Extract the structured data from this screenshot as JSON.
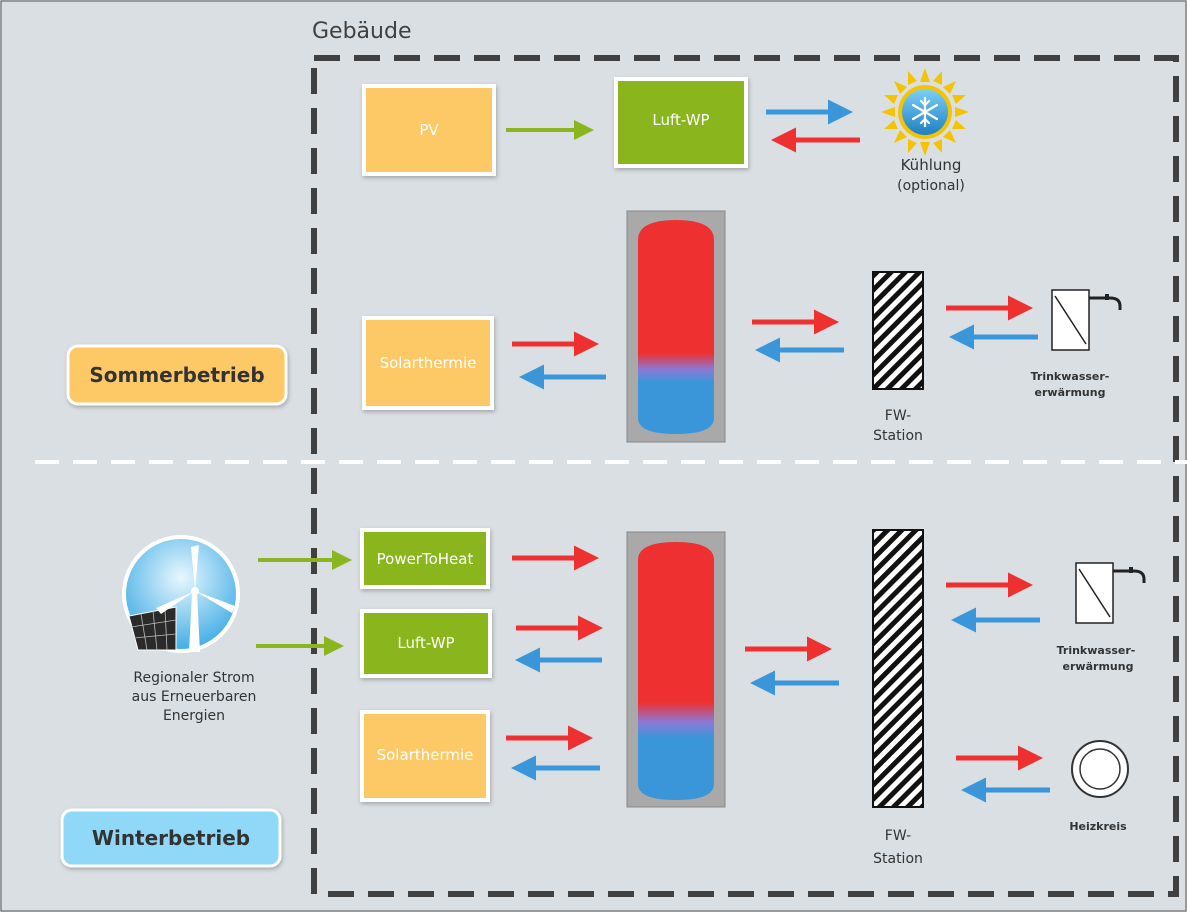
{
  "building": {
    "label": "Gebäude"
  },
  "modes": {
    "summer": {
      "label": "Sommerbetrieb",
      "color": "#fdc966"
    },
    "winter": {
      "label": "Winterbetrieb",
      "color": "#8fd8f8"
    }
  },
  "summer": {
    "pv": "PV",
    "heat_pump": "Luft-WP",
    "cooling": {
      "line1": "Kühlung",
      "line2": "(optional)"
    },
    "solar_thermal": "Solarthermie",
    "fw_station": {
      "line1": "FW-",
      "line2": "Station"
    },
    "hot_water": {
      "line1": "Trinkwasser-",
      "line2": "erwärmung"
    }
  },
  "winter": {
    "regional_power": {
      "line1": "Regionaler Strom",
      "line2": "aus Erneuerbaren",
      "line3": "Energien"
    },
    "power_to_heat": "PowerToHeat",
    "heat_pump": "Luft-WP",
    "solar_thermal": "Solarthermie",
    "fw_station": {
      "line1": "FW-",
      "line2": "Station"
    },
    "hot_water": {
      "line1": "Trinkwasser-",
      "line2": "erwärmung"
    },
    "heating_circuit": "Heizkreis"
  },
  "colors": {
    "hot": "#ee3030",
    "cold": "#3a96d8",
    "electric": "#8ab51e",
    "green_box": "#8ab51e",
    "yellow_box": "#fdc966",
    "tank_outer": "#a9a9a9"
  }
}
